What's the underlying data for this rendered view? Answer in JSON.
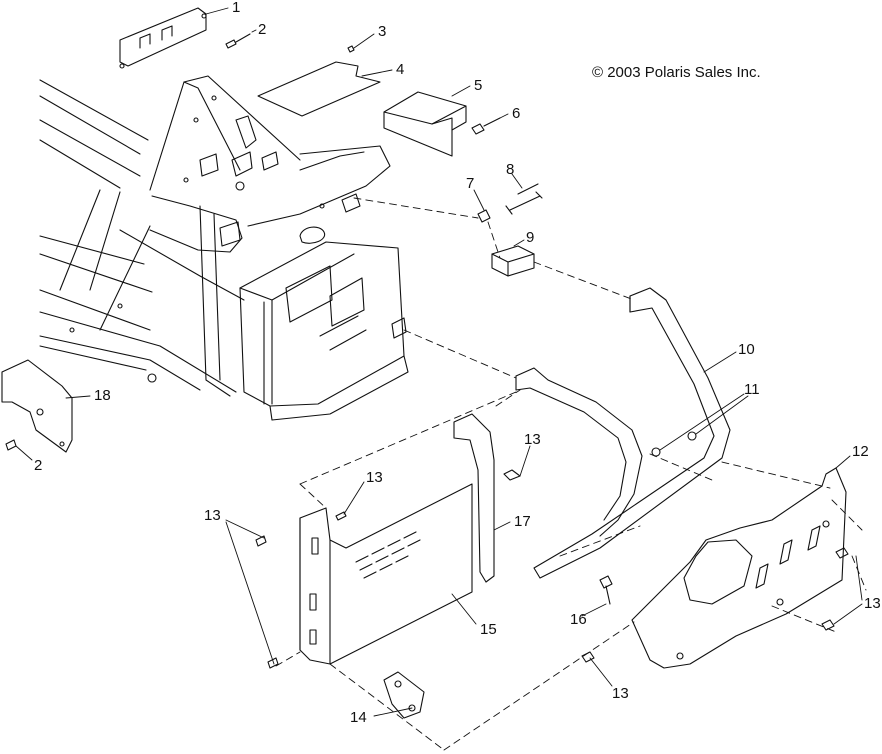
{
  "copyright": "© 2003 Polaris Sales Inc.",
  "callouts": [
    {
      "key": "c1",
      "label": "1"
    },
    {
      "key": "c2a",
      "label": "2"
    },
    {
      "key": "c3",
      "label": "3"
    },
    {
      "key": "c4",
      "label": "4"
    },
    {
      "key": "c5",
      "label": "5"
    },
    {
      "key": "c6",
      "label": "6"
    },
    {
      "key": "c7",
      "label": "7"
    },
    {
      "key": "c8",
      "label": "8"
    },
    {
      "key": "c9",
      "label": "9"
    },
    {
      "key": "c10",
      "label": "10"
    },
    {
      "key": "c11",
      "label": "11"
    },
    {
      "key": "c12",
      "label": "12"
    },
    {
      "key": "c13a",
      "label": "13"
    },
    {
      "key": "c13b",
      "label": "13"
    },
    {
      "key": "c13c",
      "label": "13"
    },
    {
      "key": "c13d",
      "label": "13"
    },
    {
      "key": "c13e",
      "label": "13"
    },
    {
      "key": "c14",
      "label": "14"
    },
    {
      "key": "c15",
      "label": "15"
    },
    {
      "key": "c16",
      "label": "16"
    },
    {
      "key": "c17",
      "label": "17"
    },
    {
      "key": "c18",
      "label": "18"
    },
    {
      "key": "c2b",
      "label": "2"
    }
  ]
}
